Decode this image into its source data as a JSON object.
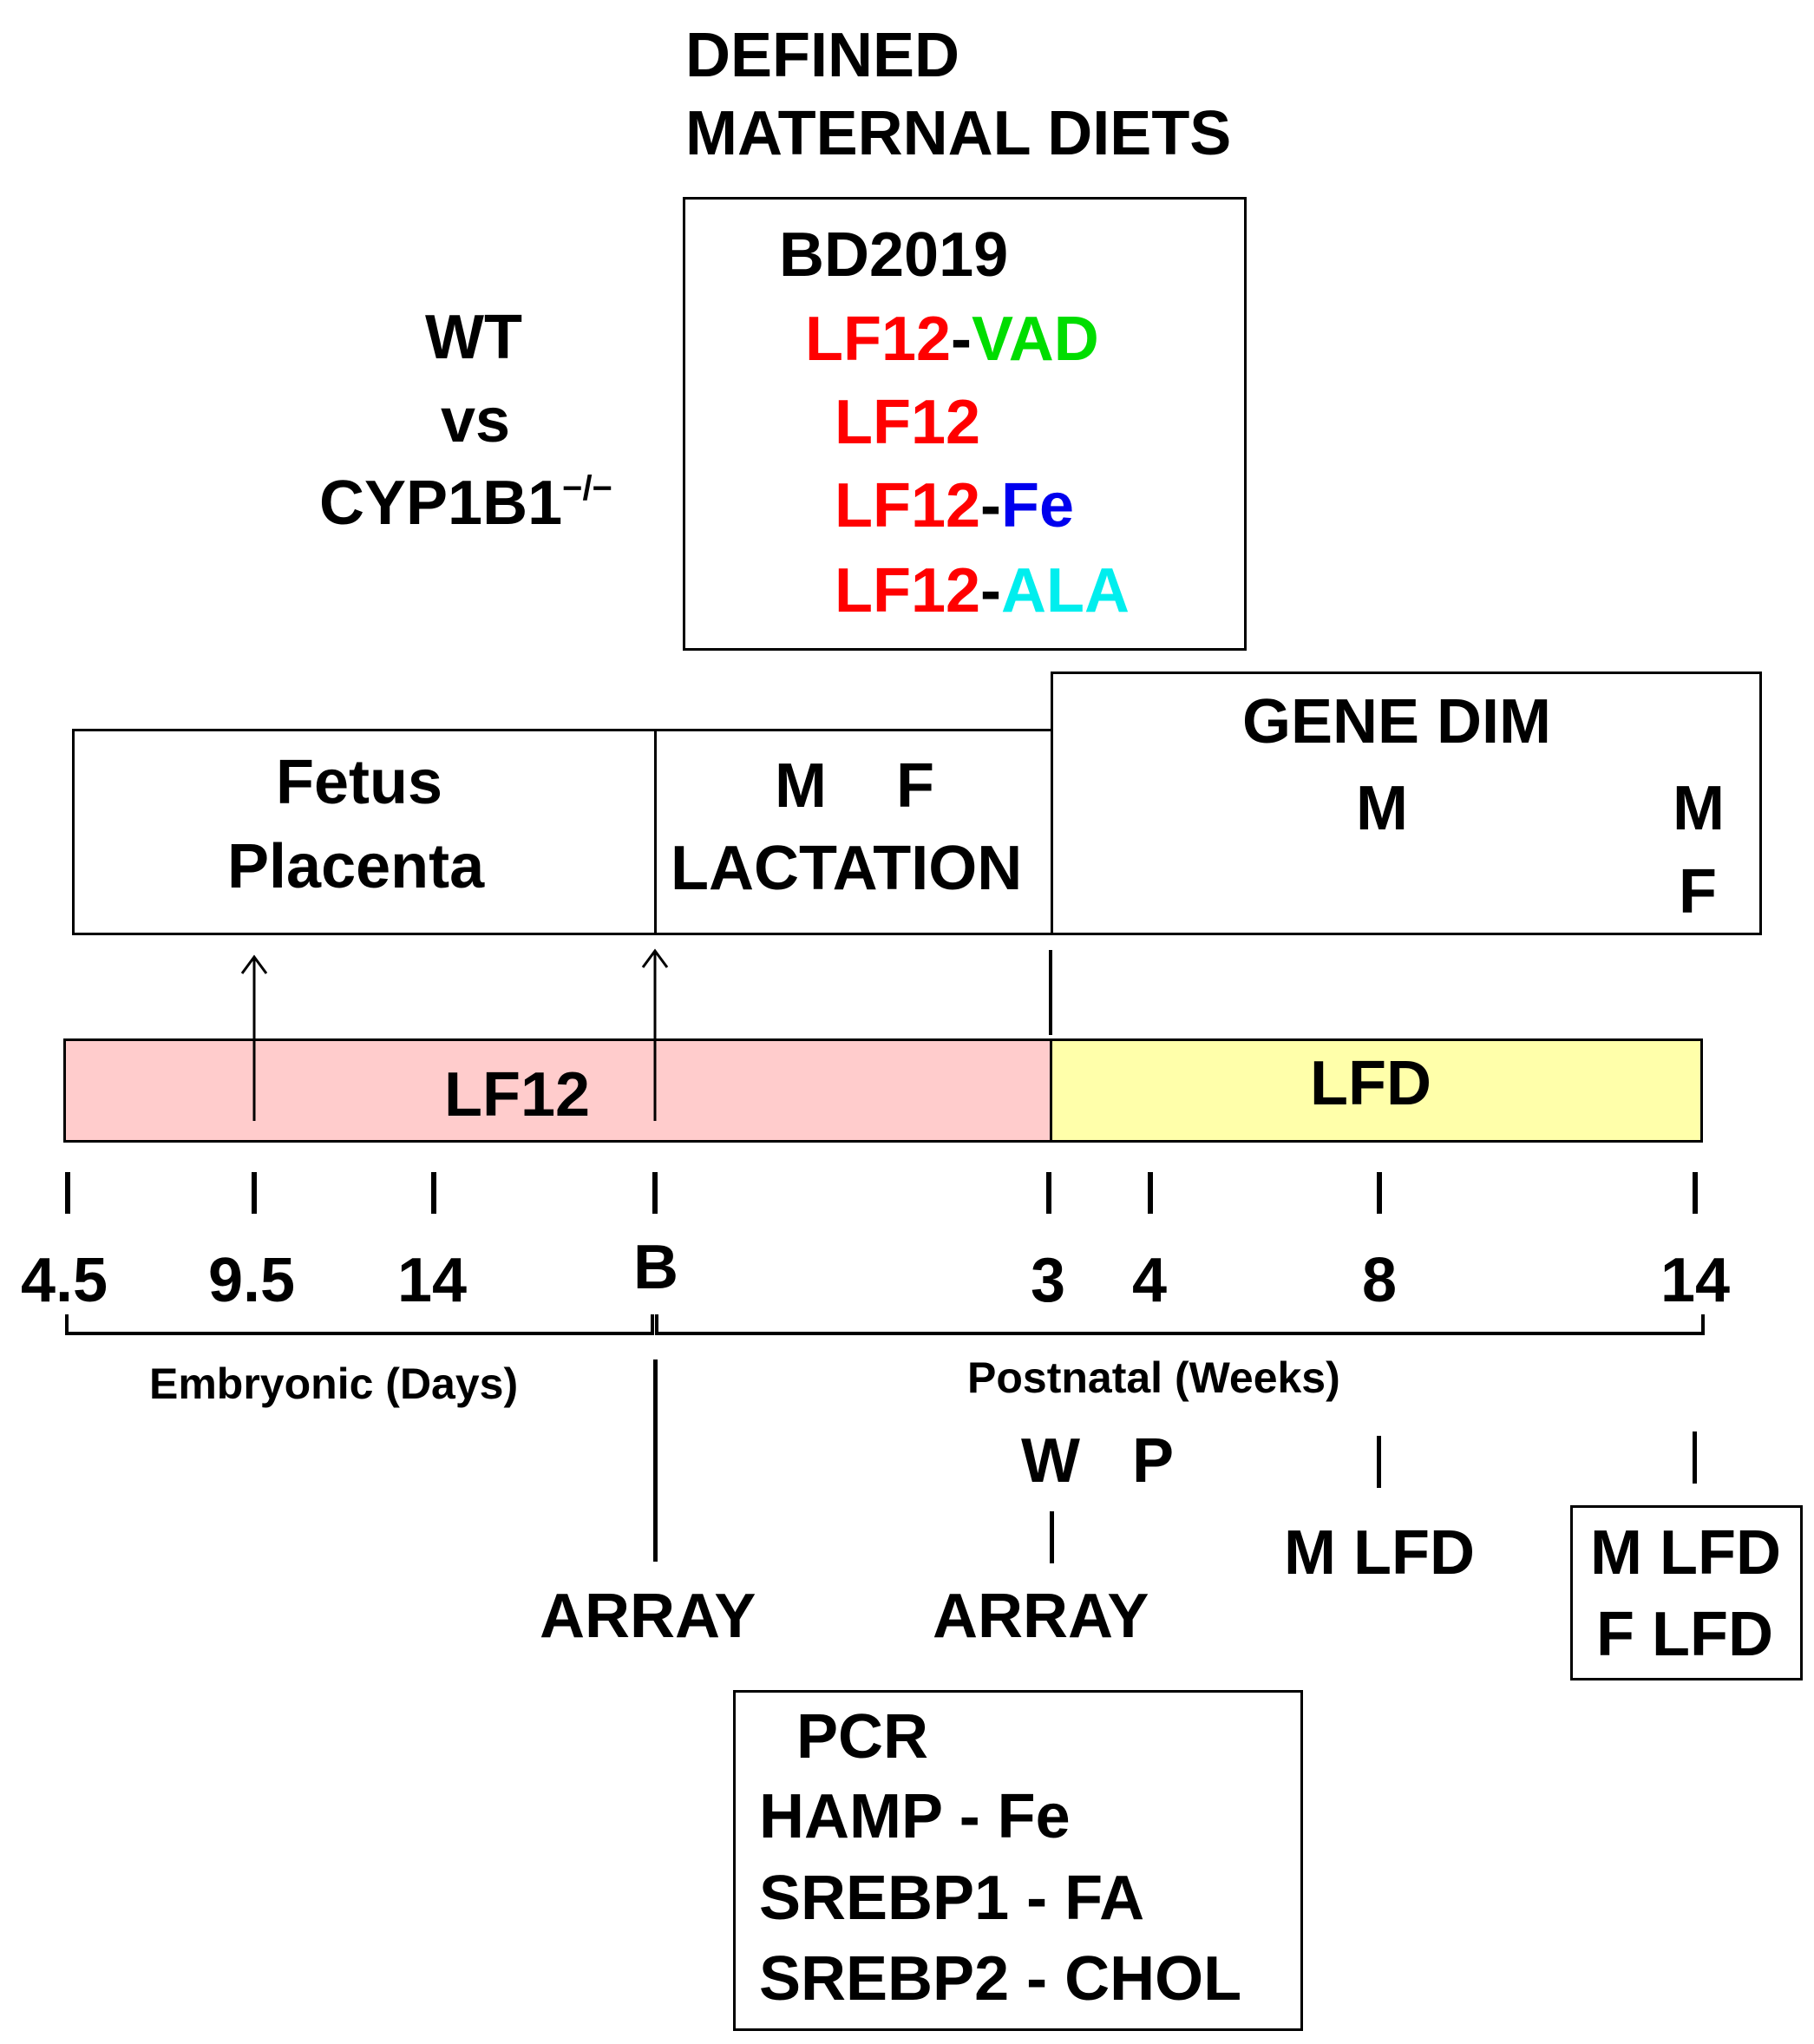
{
  "diets": {
    "heading_line1": "DEFINED",
    "heading_line2": "MATERNAL DIETS",
    "base": "BD2019",
    "items": [
      {
        "prefix": "LF12",
        "dash": "-",
        "suffix": "VAD"
      },
      {
        "prefix": "LF12",
        "dash": "",
        "suffix": ""
      },
      {
        "prefix": "LF12",
        "dash": "-",
        "suffix": "Fe"
      },
      {
        "prefix": "LF12",
        "dash": "-",
        "suffix": "ALA"
      }
    ]
  },
  "genotype": {
    "line1": "WT",
    "line2": "vs",
    "line3": "CYP1B1",
    "superscript": "−/−"
  },
  "stages": {
    "fetal_line1": "Fetus",
    "fetal_line2": "Placenta",
    "lactation_sexes": "M    F",
    "lactation_label": "LACTATION",
    "gene_dim_label": "GENE DIM",
    "gene_dim_m_early": "M",
    "gene_dim_m_late": "M",
    "gene_dim_f_late": "F"
  },
  "diet_bars": {
    "prenatal_label": "LF12",
    "postnatal_label": "LFD"
  },
  "timeline": {
    "ticks": [
      "4.5",
      "9.5",
      "14",
      "B",
      "3",
      "4",
      "8",
      "14"
    ],
    "embryonic_label": "Embryonic (Days)",
    "postnatal_label": "Postnatal (Weeks)"
  },
  "outcomes": {
    "birth_array": "ARRAY",
    "weaning_marker": "W",
    "puberty_marker": "P",
    "weaning_array": "ARRAY",
    "week8_label": "M LFD",
    "week14_line1": "M LFD",
    "week14_line2": "F LFD"
  },
  "pcr": {
    "title": "PCR",
    "rows": [
      "HAMP - Fe",
      "SREBP1 - FA",
      "SREBP2 - CHOL"
    ]
  },
  "colors": {
    "lf12": "#ff0000",
    "vad": "#00dd00",
    "fe": "#0000ee",
    "ala": "#00eeee",
    "prenatal_bar": "#ffcccc",
    "postnatal_bar": "#ffffaa"
  }
}
